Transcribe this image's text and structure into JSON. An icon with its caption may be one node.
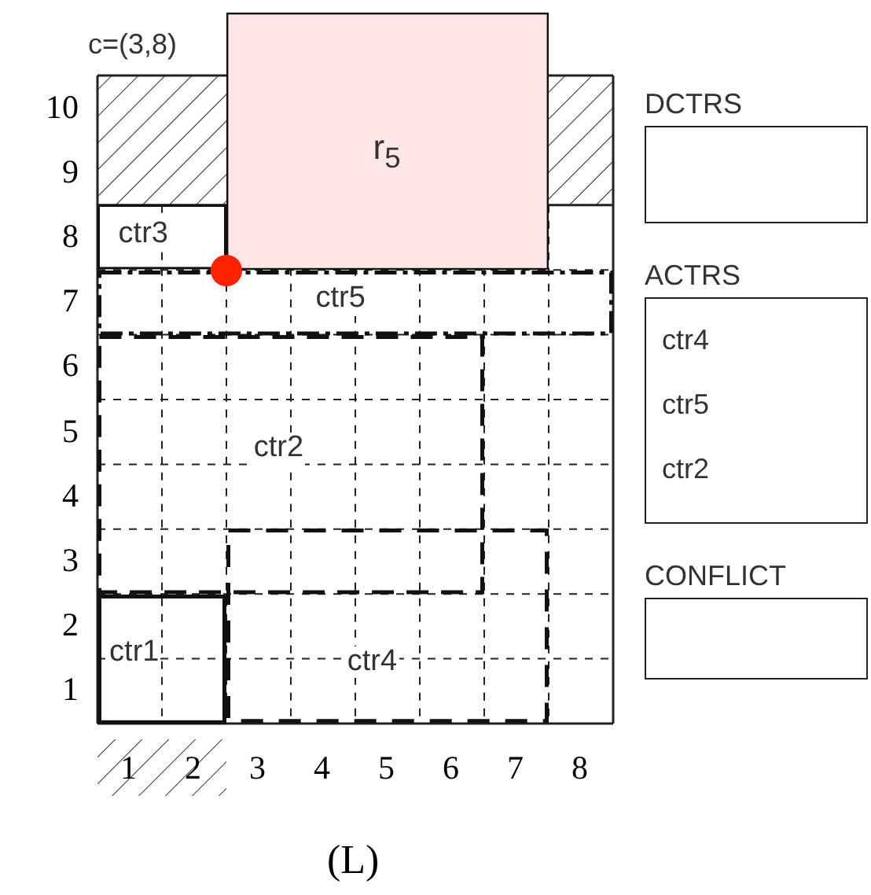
{
  "diagram": {
    "caption": "(L)",
    "nodes": [
      {
        "text": [
          "r$_{5}$"
        ]
      },
      {
        "text": [
          "ctr3"
        ]
      },
      {
        "text": [
          "ctr5"
        ]
      },
      {
        "text": [
          "ctr2"
        ]
      },
      {
        "text": [
          "ctr1"
        ]
      },
      {
        "text": [
          "ctr4"
        ]
      },
      {
        "text": [
          "DCTRS"
        ]
      },
      {
        "text": [
          "ACTRS",
          "ctr4",
          "ctr5",
          "ctr2"
        ]
      },
      {
        "text": [
          "CONFLICT"
        ]
      }
    ],
    "edges": [],
    "labels": [
      "c=(3,8)",
      "10",
      "9",
      "8",
      "7",
      "6",
      "5",
      "4",
      "3",
      "2",
      "1",
      "1",
      "2",
      "3",
      "4",
      "5",
      "6",
      "7",
      "8"
    ]
  }
}
